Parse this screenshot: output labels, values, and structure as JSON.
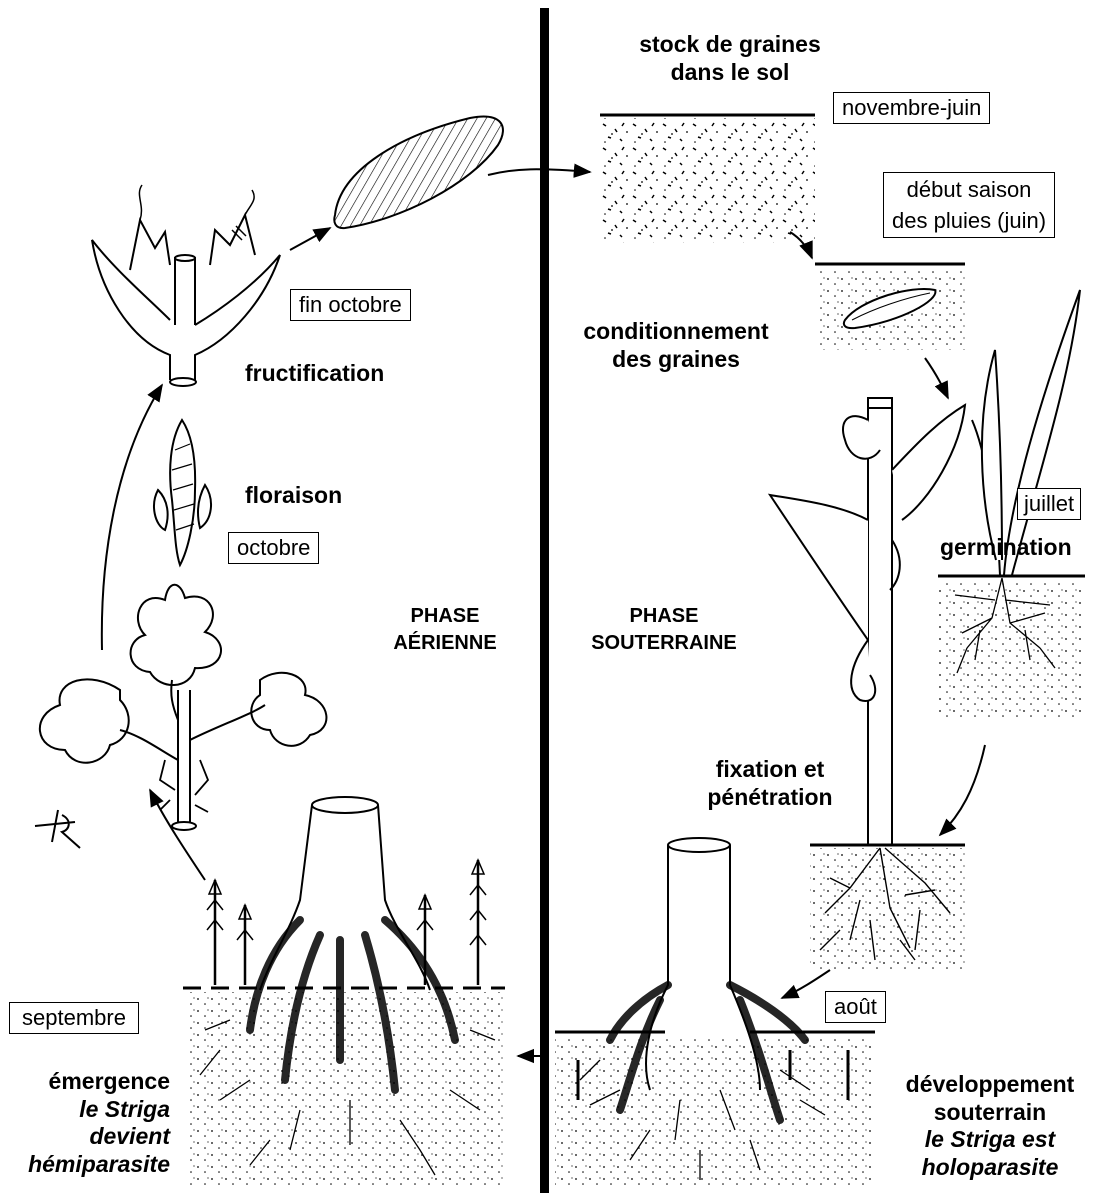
{
  "labels": {
    "stock": [
      "stock de graines",
      "dans le sol"
    ],
    "novembre_juin": "novembre-juin",
    "debut_saison": [
      "début saison",
      "des pluies (juin)"
    ],
    "conditionnement": [
      "conditionnement",
      "des graines"
    ],
    "juillet": "juillet",
    "germination": "germination",
    "fixation": [
      "fixation et",
      "pénétration"
    ],
    "aout": "août",
    "developpement": [
      "développement",
      "souterrain"
    ],
    "holoparasite": [
      "le Striga est",
      "holoparasite"
    ],
    "fin_octobre": "fin octobre",
    "fructification": "fructification",
    "floraison": "floraison",
    "octobre": "octobre",
    "phase_aerienne": [
      "PHASE",
      "AÉRIENNE"
    ],
    "phase_souterraine": [
      "PHASE",
      "SOUTERRAINE"
    ],
    "septembre": "septembre",
    "emergence": "émergence",
    "hemiparasite": [
      "le Striga",
      "devient",
      "hémiparasite"
    ]
  }
}
